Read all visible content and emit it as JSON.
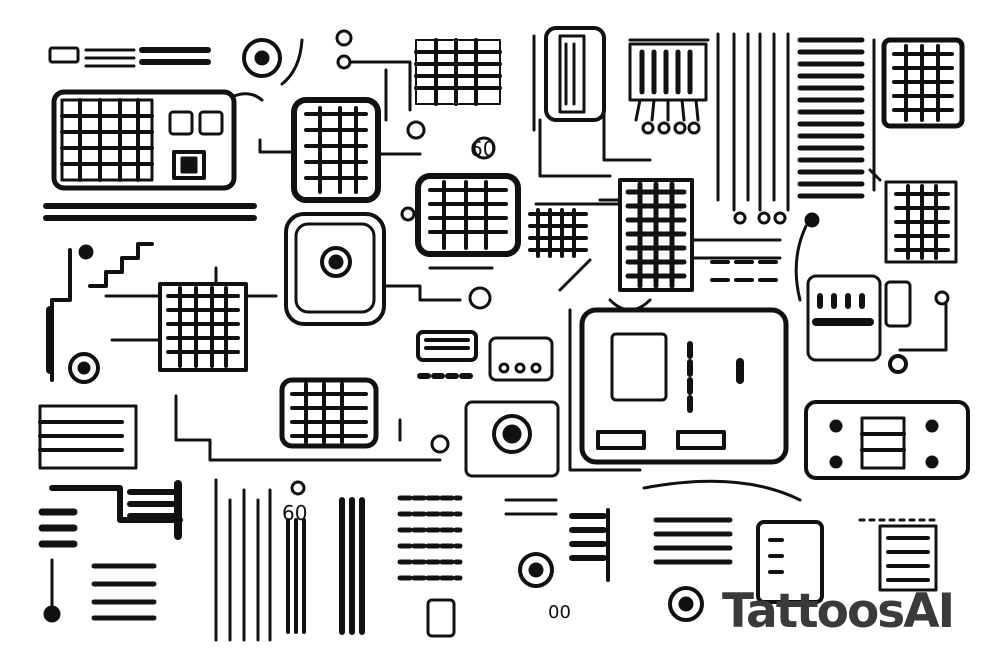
{
  "artwork": {
    "ink_color": "#111111",
    "paper_color": "#ffffff",
    "labels": {
      "top_right_glyphs": "60",
      "bottom_center_glyphs": "60",
      "bottom_ring_glyphs": "00"
    }
  },
  "watermark": {
    "text": "TattoosAI",
    "color": "#3a3a3a"
  }
}
